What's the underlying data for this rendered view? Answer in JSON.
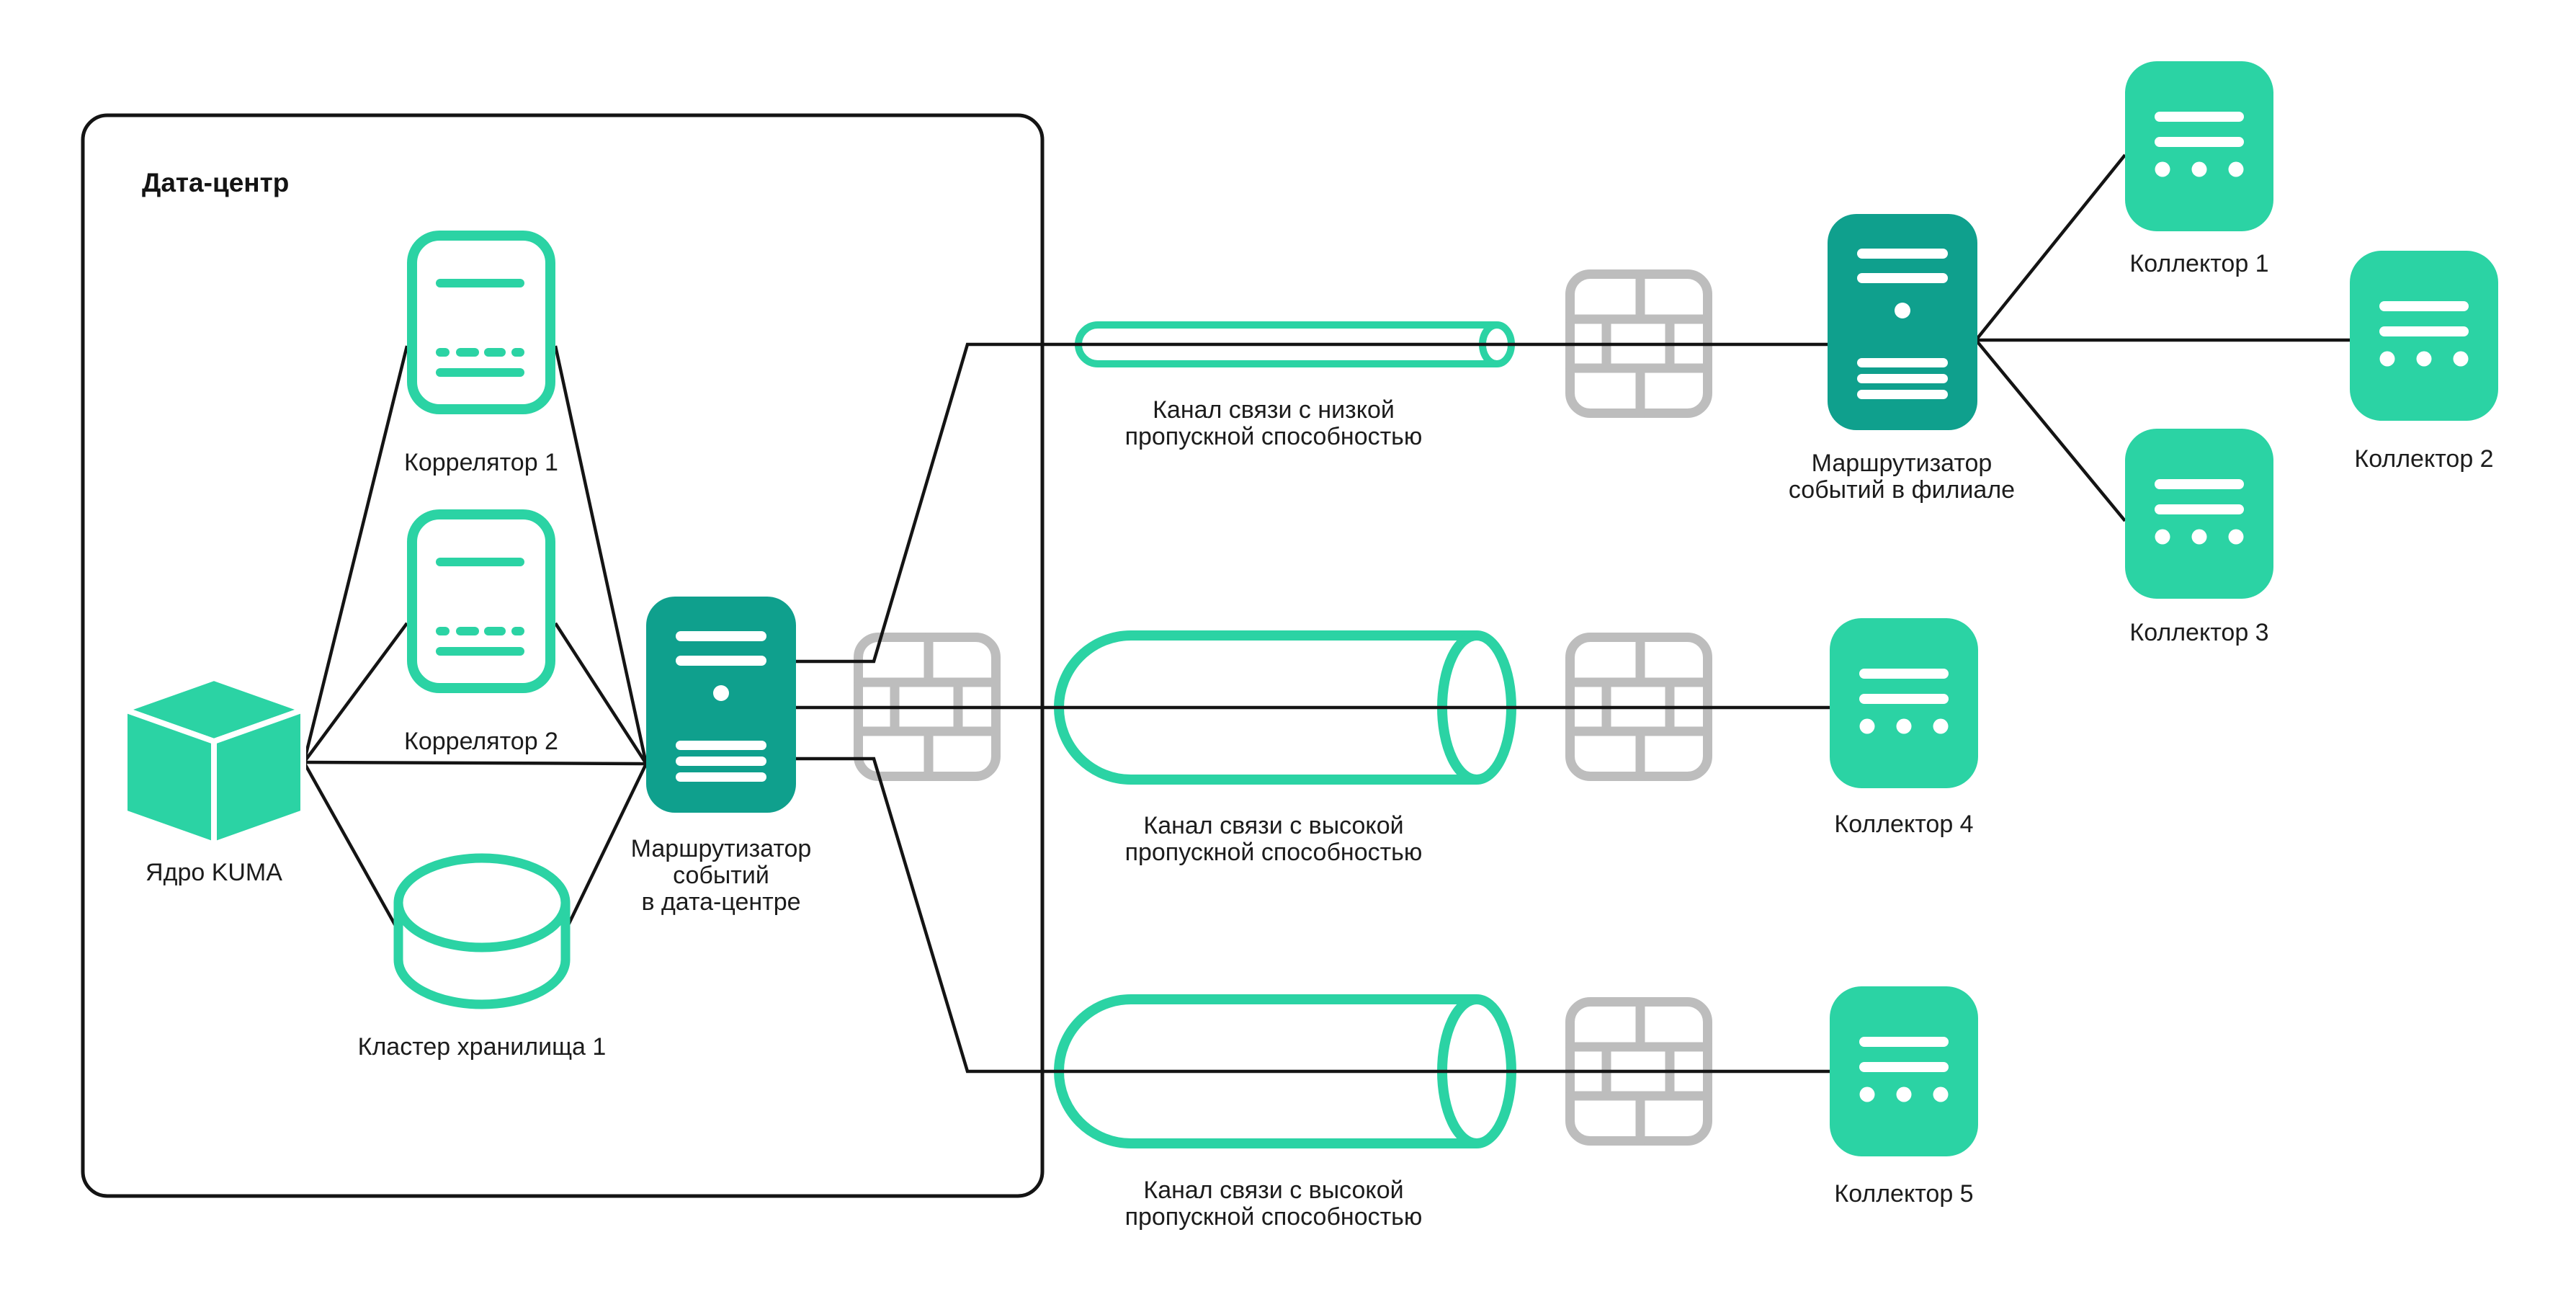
{
  "title": "Дата-центр",
  "colors": {
    "accent_teal": "#2bd3a4",
    "dark_teal": "#0fa08d",
    "firewall_gray": "#bdbdbd",
    "line_black": "#141414",
    "text": "#1c1c1c",
    "background": "#ffffff"
  },
  "labels": {
    "datacenter": "Дата-центр",
    "correlator1": "Коррелятор 1",
    "correlator2": "Коррелятор 2",
    "kuma_core": "Ядро KUMA",
    "storage": "Кластер хранилища 1",
    "dc_router": [
      "Маршрутизатор",
      "событий",
      "в дата-центре"
    ],
    "branch_router": [
      "Маршрутизатор",
      "событий в филиале"
    ],
    "collector1": "Коллектор 1",
    "collector2": "Коллектор 2",
    "collector3": "Коллектор 3",
    "collector4": "Коллектор 4",
    "collector5": "Коллектор 5",
    "channel_low": [
      "Канал связи с низкой",
      "пропускной способностью"
    ],
    "channel_high1": [
      "Канал связи с высокой",
      "пропускной способностью"
    ],
    "channel_high2": [
      "Канал связи с высокой",
      "пропускной способностью"
    ]
  },
  "icon_glossary": {
    "correlator": "document-with-dashes-icon",
    "kuma_core": "isometric-cube-icon",
    "storage": "database-cylinder-icon",
    "event_router": "server-tower-icon",
    "firewall": "brick-wall-icon",
    "channel": "pipe-cylinder-icon",
    "collector": "card-with-lines-and-dots-icon"
  }
}
